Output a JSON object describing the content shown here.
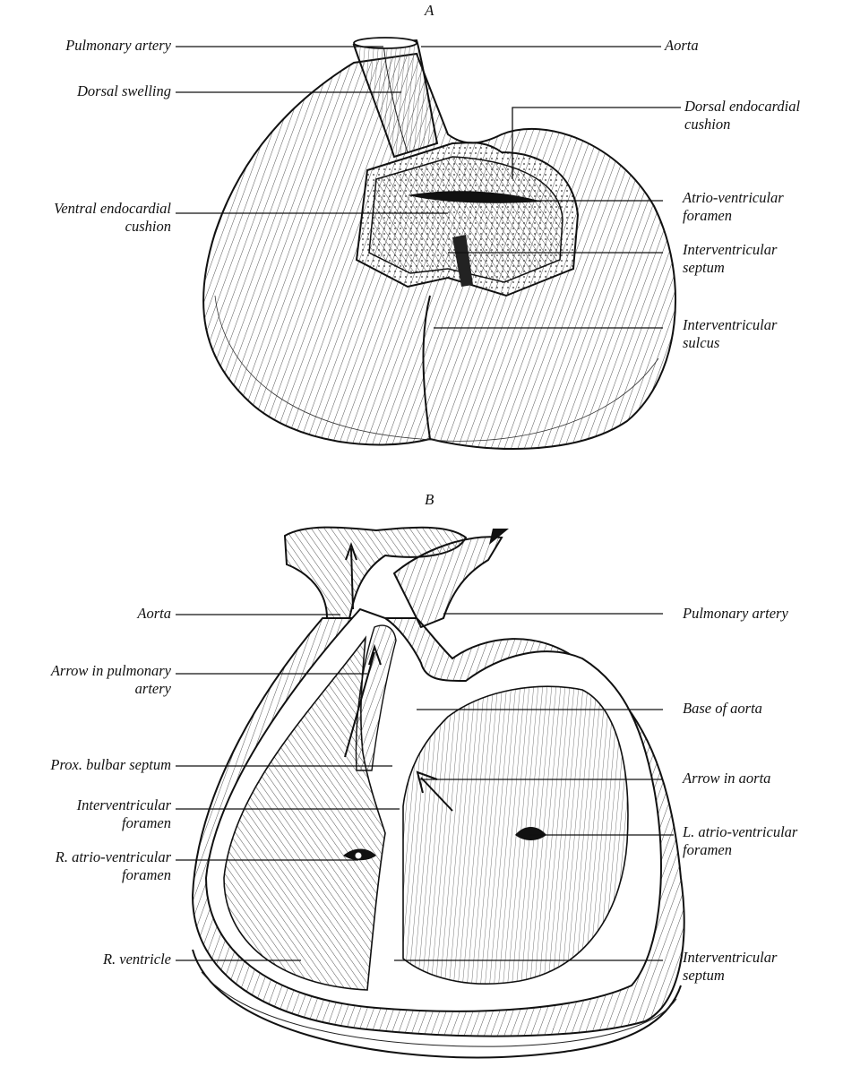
{
  "panel_a": {
    "letter": "A",
    "labels": {
      "pulmonary_artery": "Pulmonary artery",
      "aorta": "Aorta",
      "dorsal_swelling": "Dorsal swelling",
      "dorsal_endocardial_cushion": [
        "Dorsal endocardial",
        "cushion"
      ],
      "ventral_endocardial_cushion": [
        "Ventral endocardial",
        "cushion"
      ],
      "atrio_ventricular_foramen": [
        "Atrio-ventricular",
        "foramen"
      ],
      "interventricular_septum": [
        "Interventricular",
        "septum"
      ],
      "interventricular_sulcus": [
        "Interventricular",
        "sulcus"
      ]
    }
  },
  "panel_b": {
    "letter": "B",
    "labels": {
      "aorta": "Aorta",
      "pulmonary_artery": "Pulmonary artery",
      "arrow_in_pulmonary_artery": [
        "Arrow in pulmonary",
        "artery"
      ],
      "base_of_aorta": "Base of aorta",
      "prox_bulbar_septum": "Prox. bulbar septum",
      "arrow_in_aorta": "Arrow in aorta",
      "interventricular_foramen": [
        "Interventricular",
        "foramen"
      ],
      "l_atrio_ventricular_foramen": [
        "L. atrio-ventricular",
        "foramen"
      ],
      "r_atrio_ventricular_foramen": [
        "R. atrio-ventricular",
        "foramen"
      ],
      "r_ventricle": "R. ventricle",
      "interventricular_septum": [
        "Interventricular",
        "septum"
      ]
    }
  }
}
